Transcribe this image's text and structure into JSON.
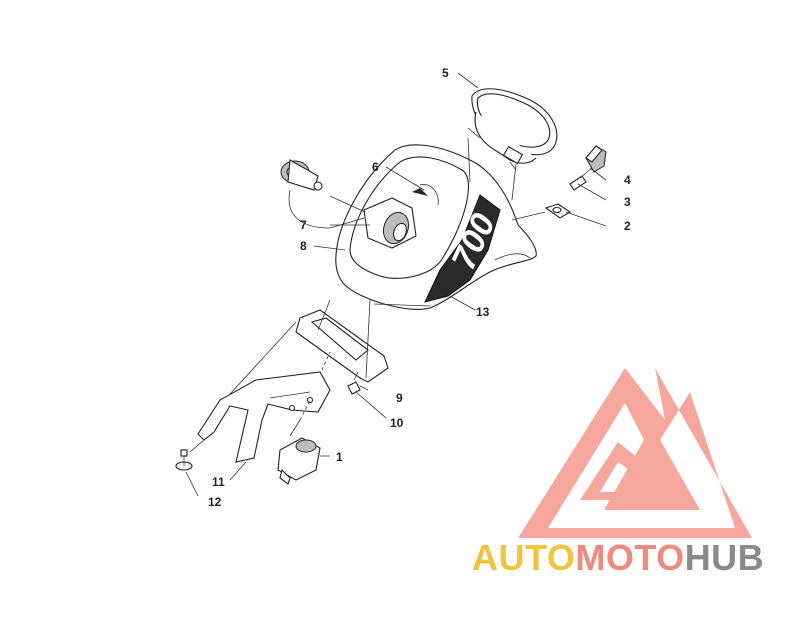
{
  "callouts": {
    "c1": "1",
    "c2": "2",
    "c3": "3",
    "c4": "4",
    "c5": "5",
    "c6": "6",
    "c7": "7",
    "c8": "8",
    "c9": "9",
    "c10": "10",
    "c11": "11",
    "c12": "12",
    "c13": "13"
  },
  "decal_text": "700",
  "watermark": {
    "part1": "AUTO",
    "part2": "MOTO",
    "part3": "HUB",
    "color_auto": "#f3c33d",
    "color_moto": "#f08a7e",
    "color_hub": "#8a8a8a",
    "logo_color": "#f4978c"
  }
}
